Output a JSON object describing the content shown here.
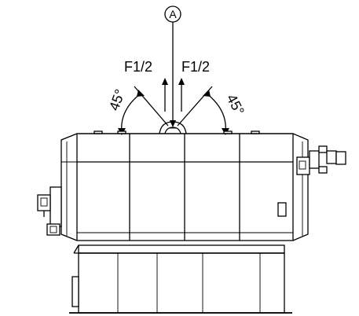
{
  "diagram": {
    "callout": "A",
    "force_left": "F1/2",
    "force_right": "F1/2",
    "angle_left": "45°",
    "angle_right": "45°"
  }
}
